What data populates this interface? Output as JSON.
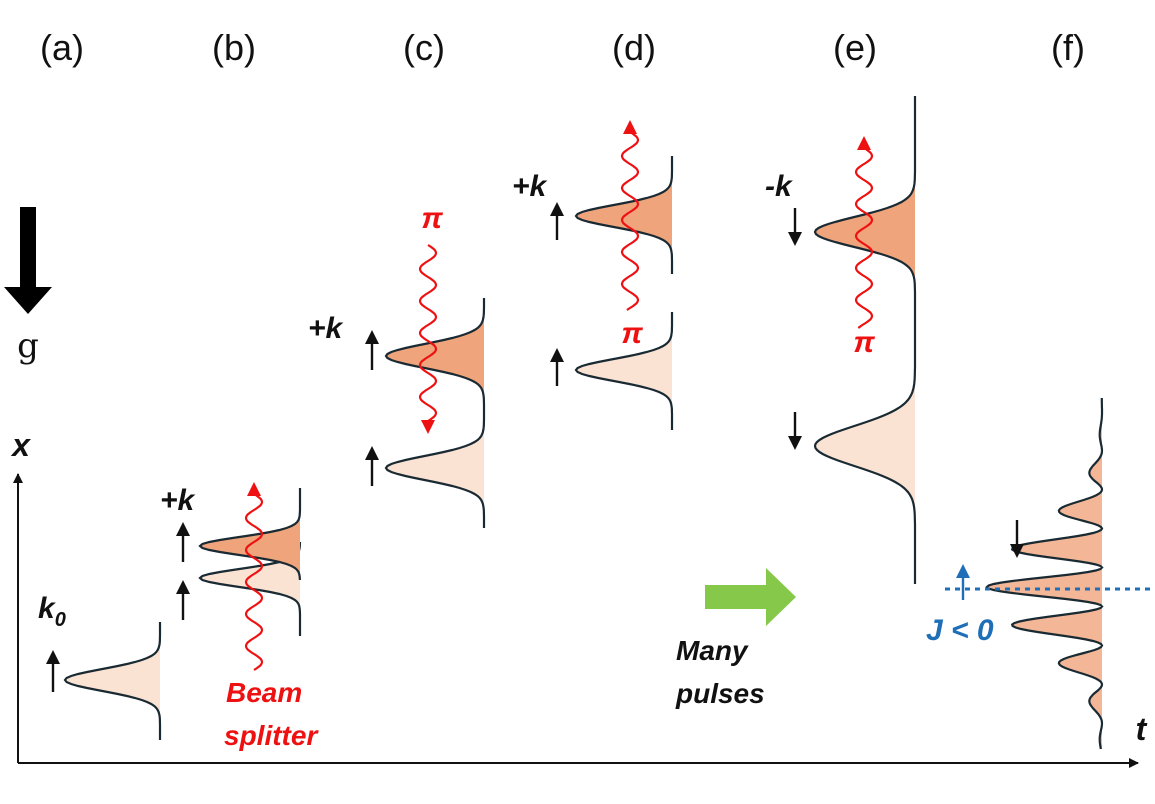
{
  "panels": [
    "(a)",
    "(b)",
    "(c)",
    "(d)",
    "(e)",
    "(f)"
  ],
  "gravity_label": "g",
  "axes": {
    "x_label": "x",
    "t_label": "t"
  },
  "labels": {
    "k0_main": "k",
    "k0_sub": "0",
    "plus_k": "+k",
    "minus_k": "-k",
    "pi": "π",
    "beam_line1": "Beam",
    "beam_line2": "splitter",
    "many_line1": "Many",
    "many_line2": "pulses",
    "j_label": "J < 0"
  },
  "colors": {
    "light_fill": "#fbe3d4",
    "dark_fill": "#f0a47c",
    "laser": "#ee1111",
    "blue": "#1f6fb8",
    "green_arrow": "#86c94a"
  }
}
